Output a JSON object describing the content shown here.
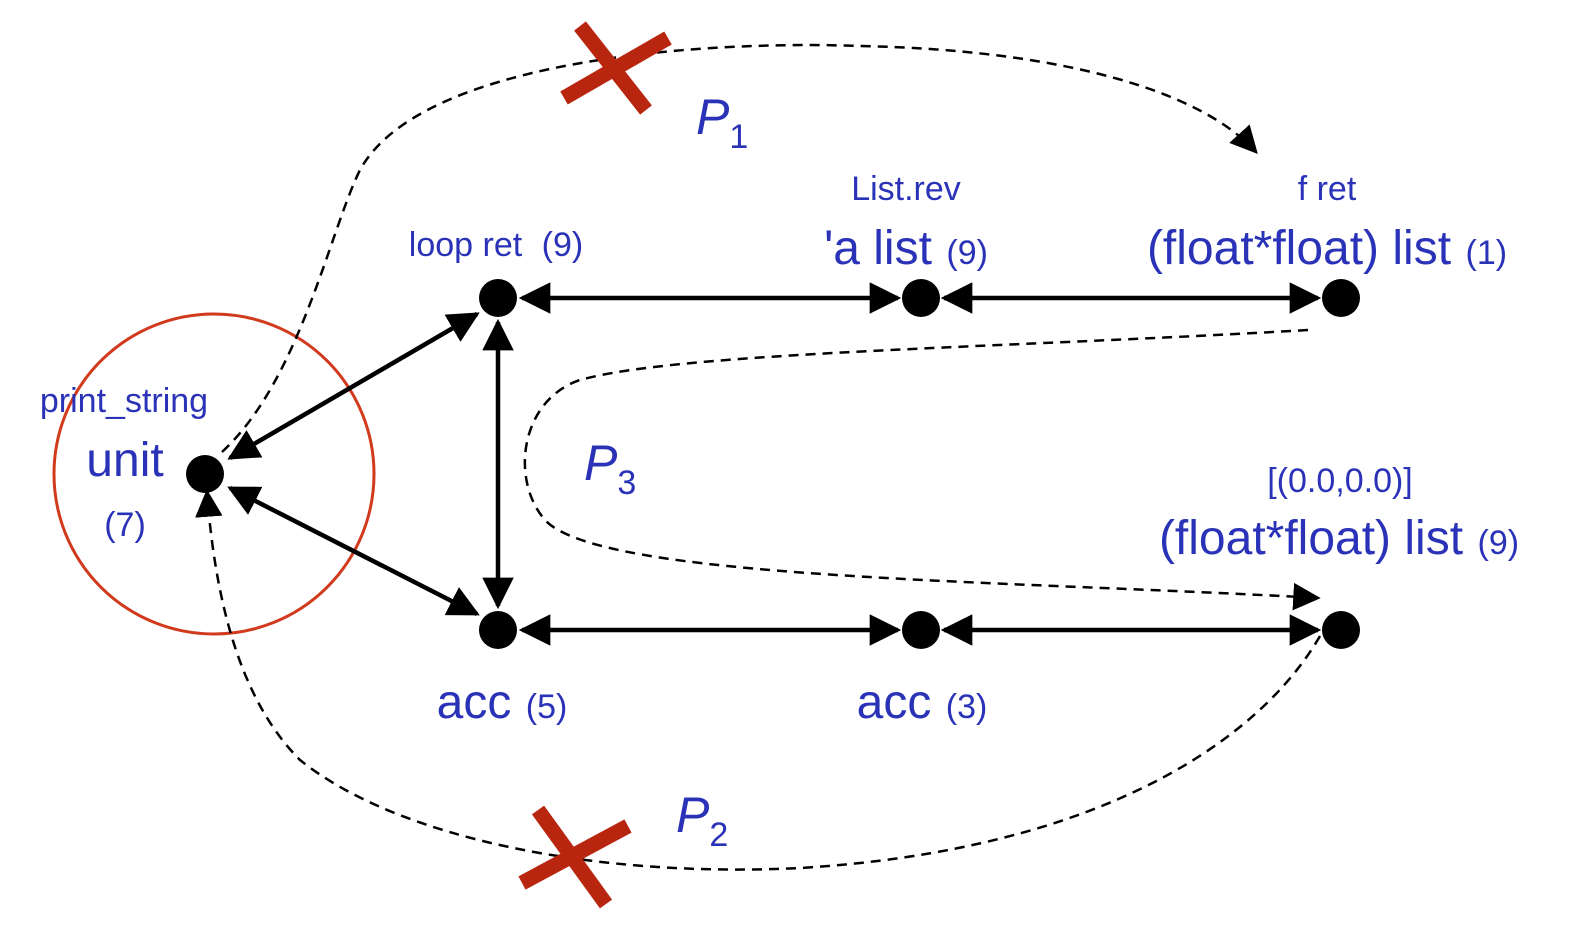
{
  "diagram": {
    "nodes": {
      "unit": {
        "header": "print_string",
        "type": "unit",
        "count": "(7)"
      },
      "loop_ret": {
        "label": "loop ret",
        "count": "(9)"
      },
      "list_rev": {
        "header": "List.rev",
        "type": "'a list",
        "count": "(9)"
      },
      "f_ret": {
        "header": "f ret",
        "type": "(float*float) list",
        "count": "(1)"
      },
      "acc5": {
        "type": "acc",
        "count": "(5)"
      },
      "acc3": {
        "type": "acc",
        "count": "(3)"
      },
      "lit": {
        "header": "[(0.0,0.0)]",
        "type": "(float*float) list",
        "count": "(9)"
      }
    },
    "paths": {
      "p1": {
        "letter": "P",
        "sub": "1"
      },
      "p2": {
        "letter": "P",
        "sub": "2"
      },
      "p3": {
        "letter": "P",
        "sub": "3"
      }
    },
    "colors": {
      "text": "#2a33b8",
      "cross": "#b8260f",
      "circle": "#d23a1e"
    }
  }
}
